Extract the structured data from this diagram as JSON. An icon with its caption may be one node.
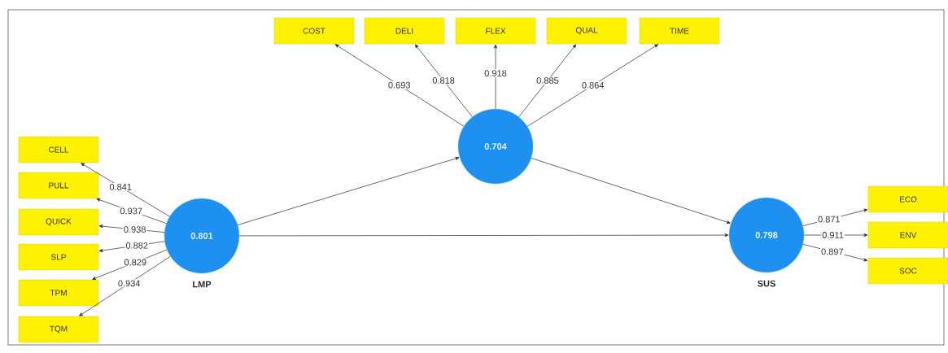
{
  "diagram": {
    "nodes": [
      {
        "text": [
          "COST"
        ]
      },
      {
        "text": [
          "DELI"
        ]
      },
      {
        "text": [
          "FLEX"
        ]
      },
      {
        "text": [
          "QUAL"
        ]
      },
      {
        "text": [
          "TIME"
        ]
      },
      {
        "text": [
          "0.704"
        ]
      },
      {
        "text": [
          "CELL"
        ]
      },
      {
        "text": [
          "PULL"
        ]
      },
      {
        "text": [
          "QUICK"
        ]
      },
      {
        "text": [
          "SLP"
        ]
      },
      {
        "text": [
          "TPM"
        ]
      },
      {
        "text": [
          "TQM"
        ]
      },
      {
        "text": [
          "0.801",
          "LMP"
        ]
      },
      {
        "text": [
          "0.798",
          "SUS"
        ]
      },
      {
        "text": [
          "ECO"
        ]
      },
      {
        "text": [
          "ENV"
        ]
      },
      {
        "text": [
          "SOC"
        ]
      }
    ],
    "edges": [
      {
        "from": 12,
        "to": 5,
        "arrow": "to"
      },
      {
        "from": 5,
        "to": 13,
        "arrow": "to"
      },
      {
        "from": 12,
        "to": 13,
        "arrow": "to"
      },
      {
        "from": 5,
        "to": 0,
        "arrow": "to",
        "label": "0.693"
      },
      {
        "from": 5,
        "to": 1,
        "arrow": "to",
        "label": "0.818"
      },
      {
        "from": 5,
        "to": 2,
        "arrow": "to",
        "label": "0.918"
      },
      {
        "from": 5,
        "to": 3,
        "arrow": "to",
        "label": "0.885"
      },
      {
        "from": 5,
        "to": 4,
        "arrow": "to",
        "label": "0.864"
      },
      {
        "from": 12,
        "to": 6,
        "arrow": "to",
        "label": "0.841"
      },
      {
        "from": 12,
        "to": 7,
        "arrow": "to",
        "label": "0.937"
      },
      {
        "from": 12,
        "to": 8,
        "arrow": "to",
        "label": "0.938"
      },
      {
        "from": 12,
        "to": 9,
        "arrow": "to",
        "label": "0.882"
      },
      {
        "from": 12,
        "to": 10,
        "arrow": "to",
        "label": "0.829"
      },
      {
        "from": 12,
        "to": 11,
        "arrow": "to",
        "label": "0.934"
      },
      {
        "from": 13,
        "to": 14,
        "arrow": "to",
        "label": "0.871"
      },
      {
        "from": 13,
        "to": 15,
        "arrow": "to",
        "label": "0.911"
      },
      {
        "from": 13,
        "to": 16,
        "arrow": "to",
        "label": "0.897"
      }
    ]
  }
}
